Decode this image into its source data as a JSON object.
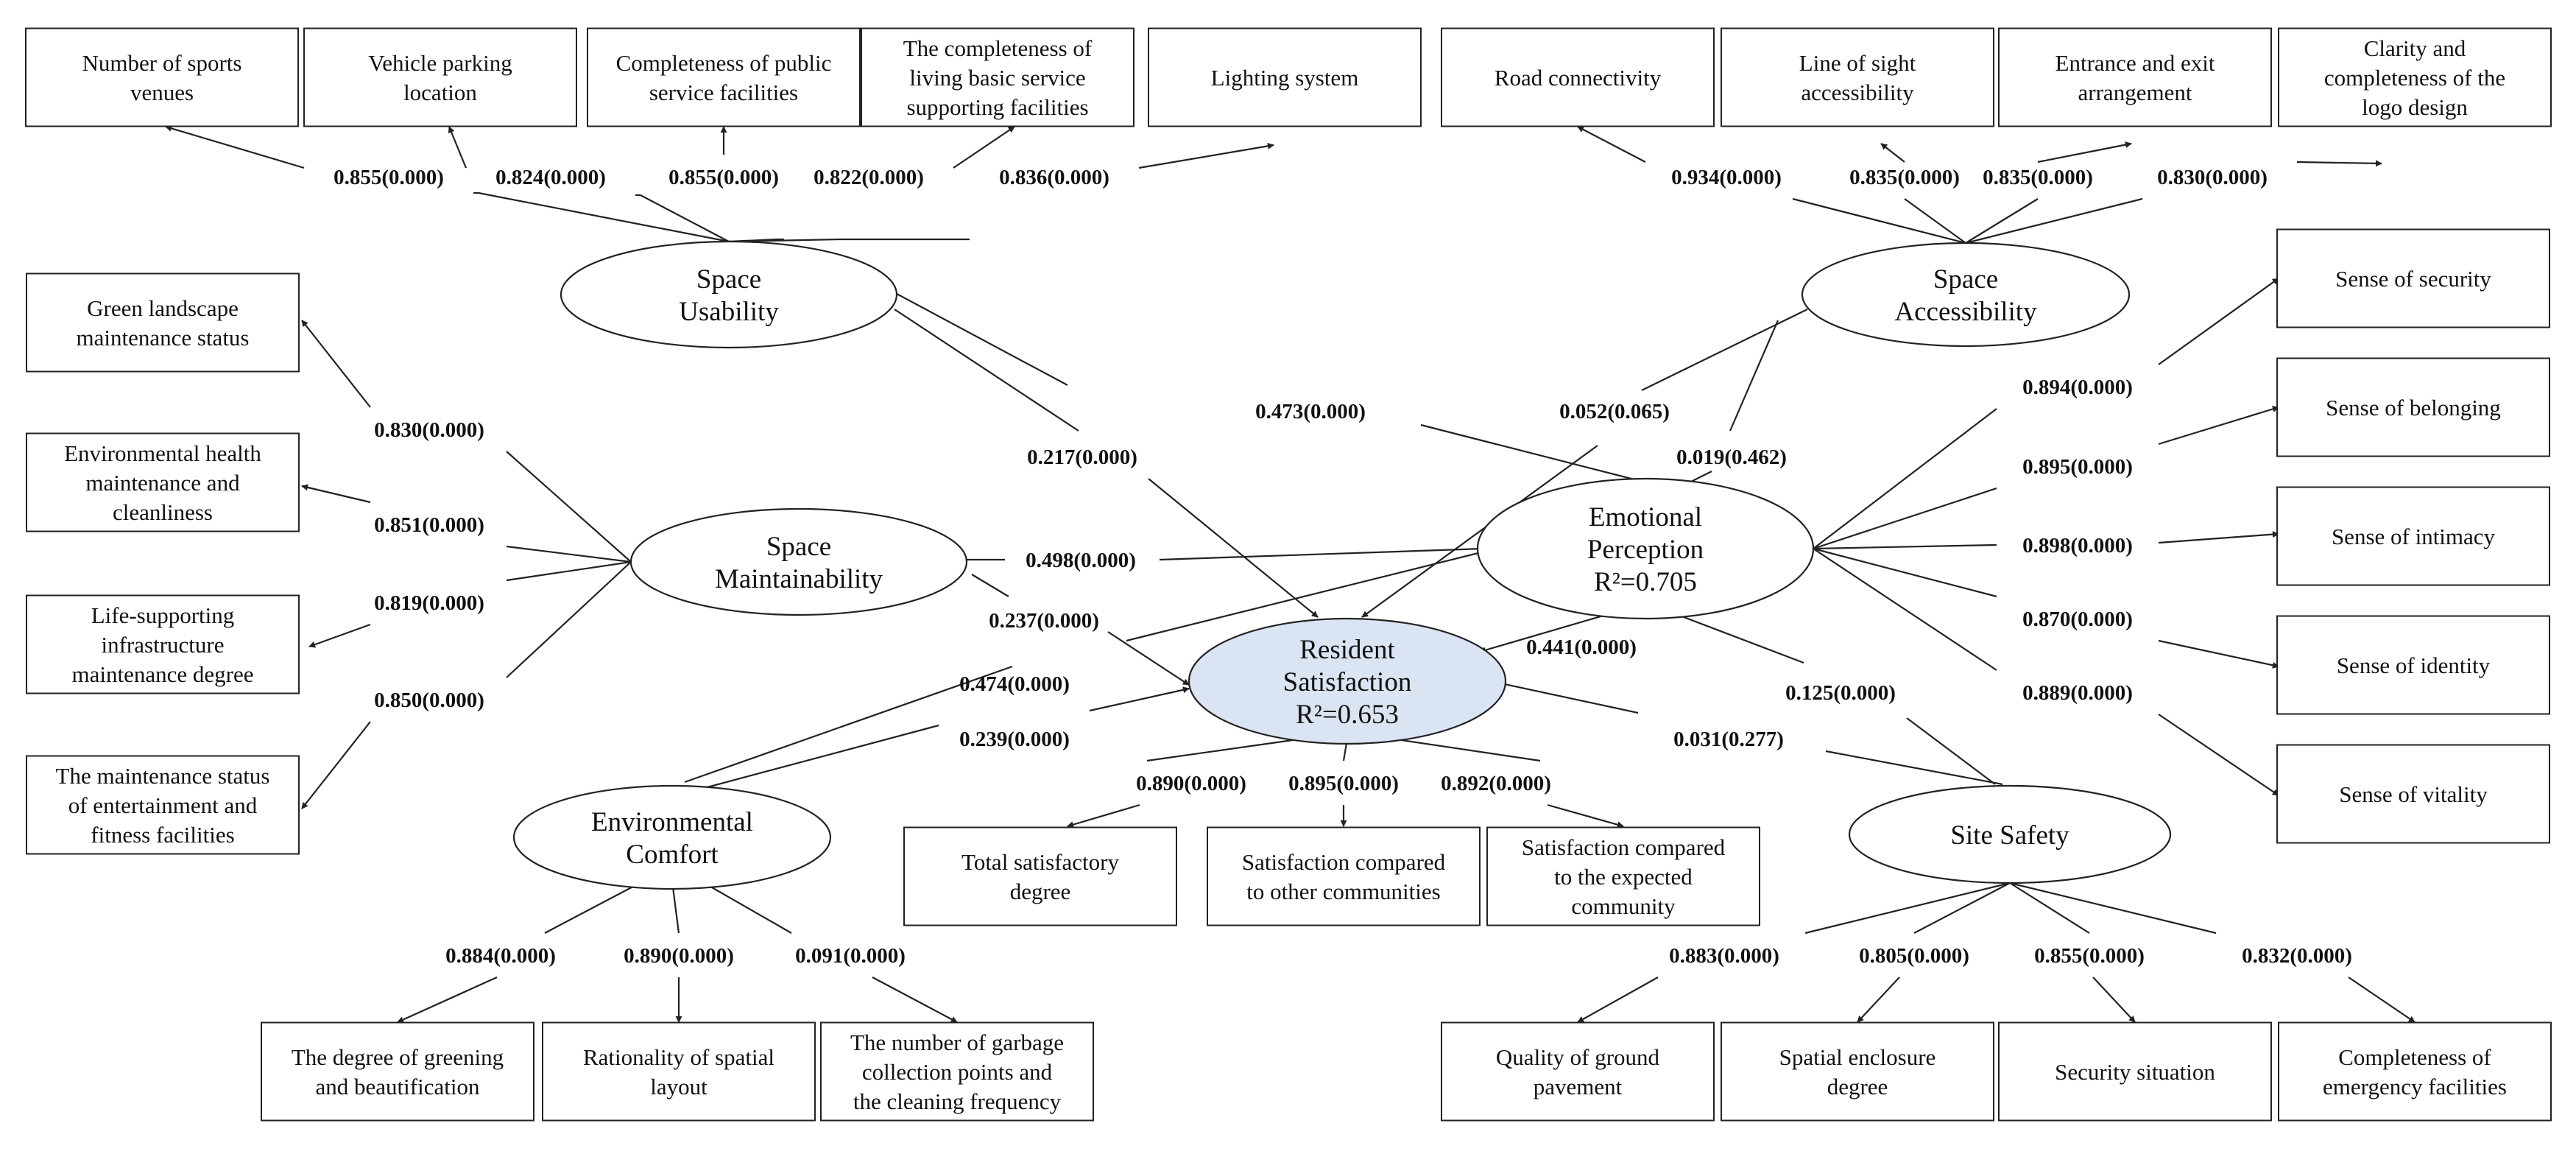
{
  "latents": {
    "space_usability": [
      "Space",
      "Usability"
    ],
    "space_accessibility": [
      "Space",
      "Accessibility"
    ],
    "space_maintainability": [
      "Space",
      "Maintainability"
    ],
    "emotional_perception": [
      "Emotional",
      "Perception",
      "R²=0.705"
    ],
    "resident_satisfaction": [
      "Resident",
      "Satisfaction",
      "R²=0.653"
    ],
    "environmental_comfort": [
      "Environmental",
      "Comfort"
    ],
    "site_safety": [
      "Site Safety"
    ]
  },
  "indicators": {
    "usability": [
      {
        "text": [
          "Number of sports",
          "venues"
        ],
        "coef": "0.855(0.000)"
      },
      {
        "text": [
          "Vehicle parking",
          "location"
        ],
        "coef": "0.824(0.000)"
      },
      {
        "text": [
          "Completeness of public",
          "service facilities"
        ],
        "coef": "0.855(0.000)"
      },
      {
        "text": [
          "The completeness of",
          "living basic service",
          "supporting facilities"
        ],
        "coef": "0.822(0.000)"
      },
      {
        "text": [
          "Lighting system"
        ],
        "coef": "0.836(0.000)"
      }
    ],
    "accessibility": [
      {
        "text": [
          "Road connectivity"
        ],
        "coef": "0.934(0.000)"
      },
      {
        "text": [
          "Line of sight",
          "accessibility"
        ],
        "coef": "0.835(0.000)"
      },
      {
        "text": [
          "Entrance and exit",
          "arrangement"
        ],
        "coef": "0.835(0.000)"
      },
      {
        "text": [
          "Clarity and",
          "completeness of the",
          "logo design"
        ],
        "coef": "0.830(0.000)"
      }
    ],
    "maintainability": [
      {
        "text": [
          "Green landscape",
          "maintenance status"
        ],
        "coef": "0.830(0.000)"
      },
      {
        "text": [
          "Environmental health",
          "maintenance and",
          "cleanliness"
        ],
        "coef": "0.851(0.000)"
      },
      {
        "text": [
          "Life-supporting",
          "infrastructure",
          "maintenance degree"
        ],
        "coef": "0.819(0.000)"
      },
      {
        "text": [
          "The maintenance status",
          "of entertainment and",
          "fitness facilities"
        ],
        "coef": "0.850(0.000)"
      }
    ],
    "emotion": [
      {
        "text": [
          "Sense of security"
        ],
        "coef": "0.894(0.000)"
      },
      {
        "text": [
          "Sense of belonging"
        ],
        "coef": "0.895(0.000)"
      },
      {
        "text": [
          "Sense of intimacy"
        ],
        "coef": "0.898(0.000)"
      },
      {
        "text": [
          "Sense of identity"
        ],
        "coef": "0.870(0.000)"
      },
      {
        "text": [
          "Sense of vitality"
        ],
        "coef": "0.889(0.000)"
      }
    ],
    "satisfaction": [
      {
        "text": [
          "Total satisfactory",
          "degree"
        ],
        "coef": "0.890(0.000)"
      },
      {
        "text": [
          "Satisfaction compared",
          "to other communities"
        ],
        "coef": "0.895(0.000)"
      },
      {
        "text": [
          "Satisfaction compared",
          "to the expected",
          "community"
        ],
        "coef": "0.892(0.000)"
      }
    ],
    "comfort": [
      {
        "text": [
          "The degree of greening",
          "and beautification"
        ],
        "coef": "0.884(0.000)"
      },
      {
        "text": [
          "Rationality of spatial",
          "layout"
        ],
        "coef": "0.890(0.000)"
      },
      {
        "text": [
          "The number of garbage",
          "collection points and",
          "the cleaning frequency"
        ],
        "coef": "0.091(0.000)"
      }
    ],
    "safety": [
      {
        "text": [
          "Quality of ground",
          "pavement"
        ],
        "coef": "0.883(0.000)"
      },
      {
        "text": [
          "Spatial enclosure",
          "degree"
        ],
        "coef": "0.805(0.000)"
      },
      {
        "text": [
          "Security situation"
        ],
        "coef": "0.855(0.000)"
      },
      {
        "text": [
          "Completeness of",
          "emergency facilities"
        ],
        "coef": "0.832(0.000)"
      }
    ]
  },
  "paths": {
    "usability_to_emotion": "0.473(0.000)",
    "usability_to_satisfaction": "0.217(0.000)",
    "accessibility_to_satisfaction": "0.052(0.065)",
    "accessibility_to_emotion": "0.019(0.462)",
    "maintainability_to_emotion": "0.498(0.000)",
    "maintainability_to_satisfaction": "0.237(0.000)",
    "comfort_to_emotion": "0.474(0.000)",
    "comfort_to_satisfaction": "0.239(0.000)",
    "emotion_to_satisfaction": "0.441(0.000)",
    "safety_to_emotion": "0.125(0.000)",
    "safety_to_satisfaction": "0.031(0.277)"
  },
  "colors": {
    "satisfaction_fill": "#dae4f3",
    "stroke": "#222222"
  }
}
